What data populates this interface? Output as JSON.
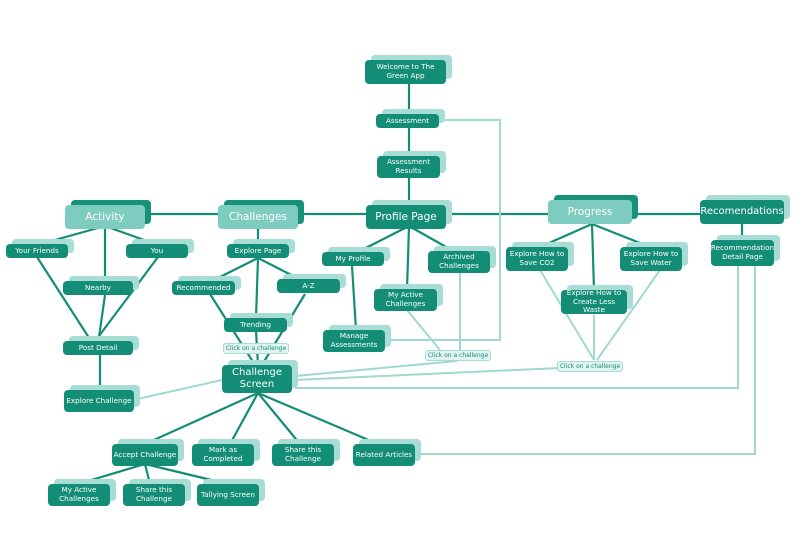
{
  "colors": {
    "dark_node": "#148d76",
    "light_node": "#7dccbf",
    "shadow": "#a7ddd4",
    "connector_dark": "#148d76",
    "connector_light": "#9fd9cf"
  },
  "nodes": {
    "welcome": "Welcome to The Green App",
    "assessment": "Assessment",
    "assessment_results": "Assessment Results",
    "activity": "Activity",
    "challenges": "Challenges",
    "profile_page": "Profile Page",
    "progress": "Progress",
    "recomendations": "Recomendations",
    "your_friends": "Your Friends",
    "you": "You",
    "nearby": "Nearby",
    "post_detail": "Post Detail",
    "explore_challenge": "Explore Challenge",
    "explore_page": "Explore Page",
    "recommended": "Recommended",
    "a_z": "A-Z",
    "trending": "Trending",
    "my_profile": "My Profile",
    "archived_challenges": "Archived Challenges",
    "my_active_challenges_profile": "My Active Challenges",
    "manage_assessments": "Manage Assessments",
    "save_co2": "Explore How to Save CO2",
    "save_water": "Explore How to Save Water",
    "less_waste": "Explore How to Create Less Waste",
    "recommendation_detail": "Recommendation Detail Page",
    "challenge_screen": "Challenge Screen",
    "accept_challenge": "Accept Challenge",
    "mark_completed": "Mark as Completed",
    "share_challenge": "Share this Challenge",
    "related_articles": "Related Articles",
    "my_active_challenges_accept": "My Active Challenges",
    "share_challenge_accept": "Share this Challenge",
    "tallying_screen": "Tallying Screen"
  },
  "tags": {
    "click_challenges": "Click on a challenge",
    "click_profile": "Click on a challenge",
    "click_progress": "Click on a challenge"
  }
}
